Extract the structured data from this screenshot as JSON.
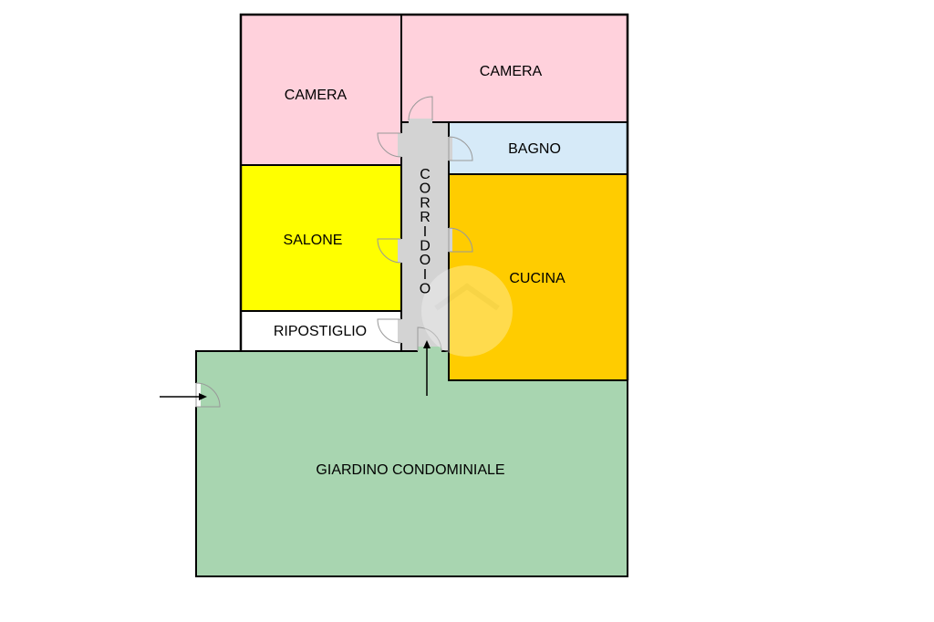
{
  "rooms": {
    "camera_left": {
      "label": "CAMERA",
      "color": "#FFD1DC"
    },
    "camera_right": {
      "label": "CAMERA",
      "color": "#FFD1DC"
    },
    "bagno": {
      "label": "BAGNO",
      "color": "#D6EAF8"
    },
    "salone": {
      "label": "SALONE",
      "color": "#FFFF00"
    },
    "corridoio": {
      "label": "CORRIDOIO",
      "color": "#D3D3D3"
    },
    "cucina": {
      "label": "CUCINA",
      "color": "#FFCC00"
    },
    "ripostiglio": {
      "label": "RIPOSTIGLIO",
      "color": "#FFFFFF"
    },
    "giardino": {
      "label": "GIARDINO CONDOMINIALE",
      "color": "#A8D5B0"
    }
  },
  "colors": {
    "wall": "#000000",
    "door": "#999999"
  },
  "icons": {
    "entrance_arrow": "arrow-right-icon",
    "garden_arrow": "arrow-up-icon",
    "watermark": "house-watermark-icon"
  }
}
